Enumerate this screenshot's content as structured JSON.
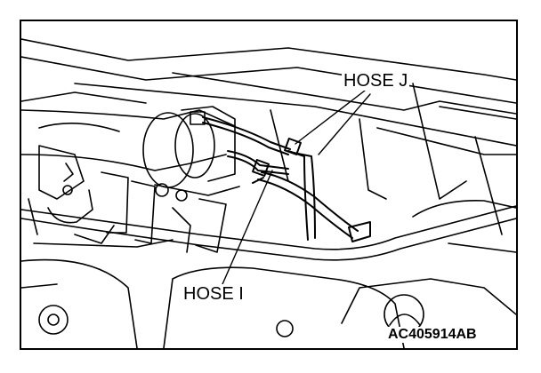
{
  "labels": {
    "hose_j": "HOSE J",
    "hose_i": "HOSE I"
  },
  "figure_code": "AC405914AB"
}
